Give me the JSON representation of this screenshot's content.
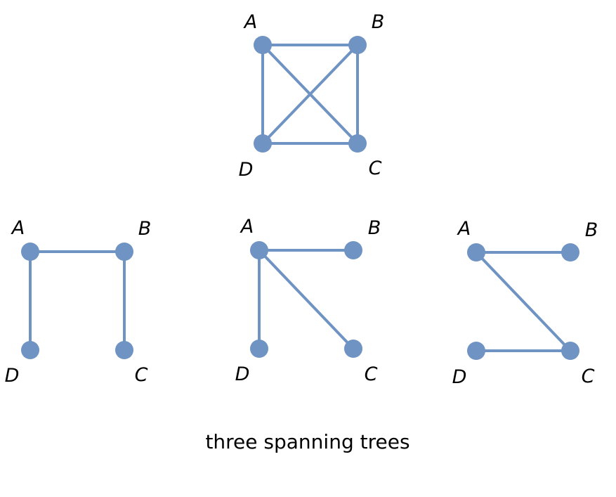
{
  "caption": "three spanning trees",
  "colors": {
    "edge": "#6f93c2",
    "node": "#6f93c2",
    "text": "#000000"
  },
  "graphs": [
    {
      "id": "complete-graph",
      "labels": {
        "A": "A",
        "B": "B",
        "C": "C",
        "D": "D"
      },
      "edges": [
        [
          "A",
          "B"
        ],
        [
          "A",
          "D"
        ],
        [
          "B",
          "C"
        ],
        [
          "D",
          "C"
        ],
        [
          "A",
          "C"
        ],
        [
          "B",
          "D"
        ]
      ]
    },
    {
      "id": "spanning-tree-1",
      "labels": {
        "A": "A",
        "B": "B",
        "C": "C",
        "D": "D"
      },
      "edges": [
        [
          "A",
          "B"
        ],
        [
          "A",
          "D"
        ],
        [
          "B",
          "C"
        ]
      ]
    },
    {
      "id": "spanning-tree-2",
      "labels": {
        "A": "A",
        "B": "B",
        "C": "C",
        "D": "D"
      },
      "edges": [
        [
          "A",
          "B"
        ],
        [
          "A",
          "D"
        ],
        [
          "A",
          "C"
        ]
      ]
    },
    {
      "id": "spanning-tree-3",
      "labels": {
        "A": "A",
        "B": "B",
        "C": "C",
        "D": "D"
      },
      "edges": [
        [
          "A",
          "B"
        ],
        [
          "A",
          "C"
        ],
        [
          "D",
          "C"
        ]
      ]
    }
  ]
}
